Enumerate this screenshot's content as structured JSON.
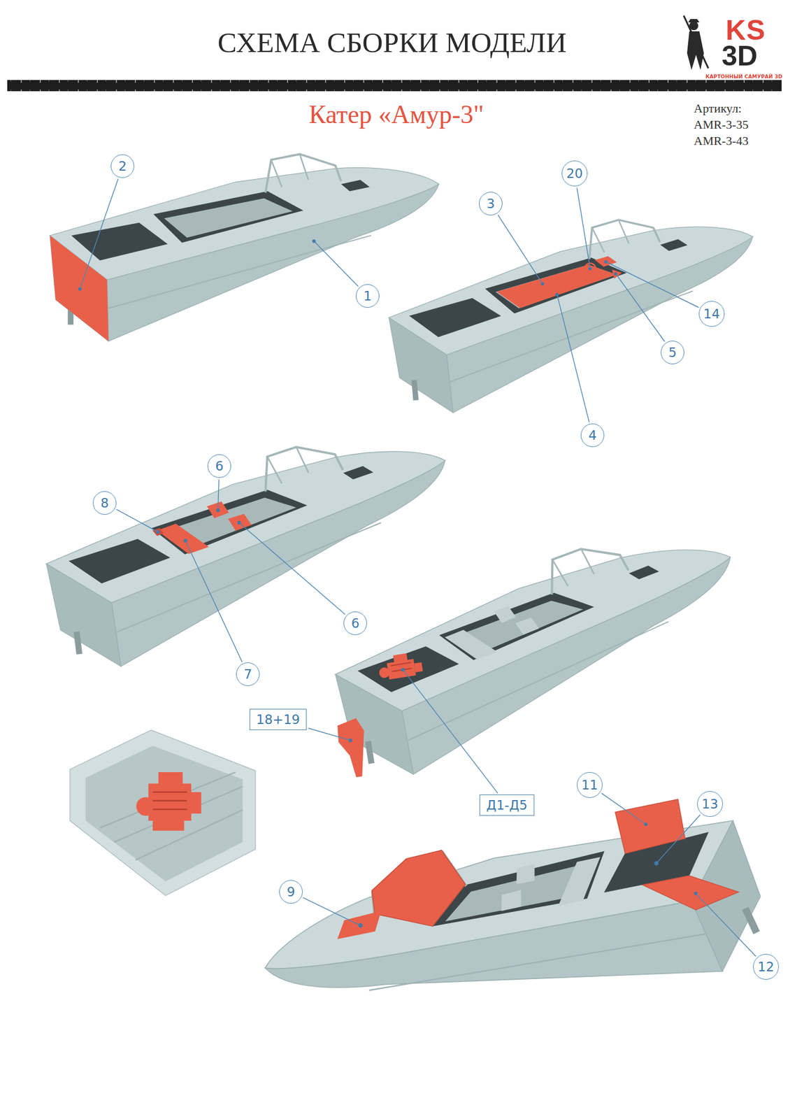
{
  "diagram": {
    "title": "СХЕМА СБОРКИ МОДЕЛИ",
    "nodes": [
      {
        "text": [
          "2"
        ]
      },
      {
        "text": [
          "20"
        ]
      },
      {
        "text": [
          "3"
        ]
      },
      {
        "text": [
          "1"
        ]
      },
      {
        "text": [
          "14"
        ]
      },
      {
        "text": [
          "5"
        ]
      },
      {
        "text": [
          "4"
        ]
      },
      {
        "text": [
          "6"
        ]
      },
      {
        "text": [
          "8"
        ]
      },
      {
        "text": [
          "6"
        ]
      },
      {
        "text": [
          "7"
        ]
      },
      {
        "text": [
          "18+19"
        ]
      },
      {
        "text": [
          "11"
        ]
      },
      {
        "text": [
          "13"
        ]
      },
      {
        "text": [
          "Д1-Д5"
        ]
      },
      {
        "text": [
          "9"
        ]
      },
      {
        "text": [
          "12"
        ]
      }
    ],
    "labels": [
      "KS",
      "3D",
      "КАРТОННЫЙ САМУРАЙ 3D",
      "Катер «Амур-3\"",
      "Артикул:",
      "AMR-3-35",
      "AMR-3-43"
    ]
  }
}
